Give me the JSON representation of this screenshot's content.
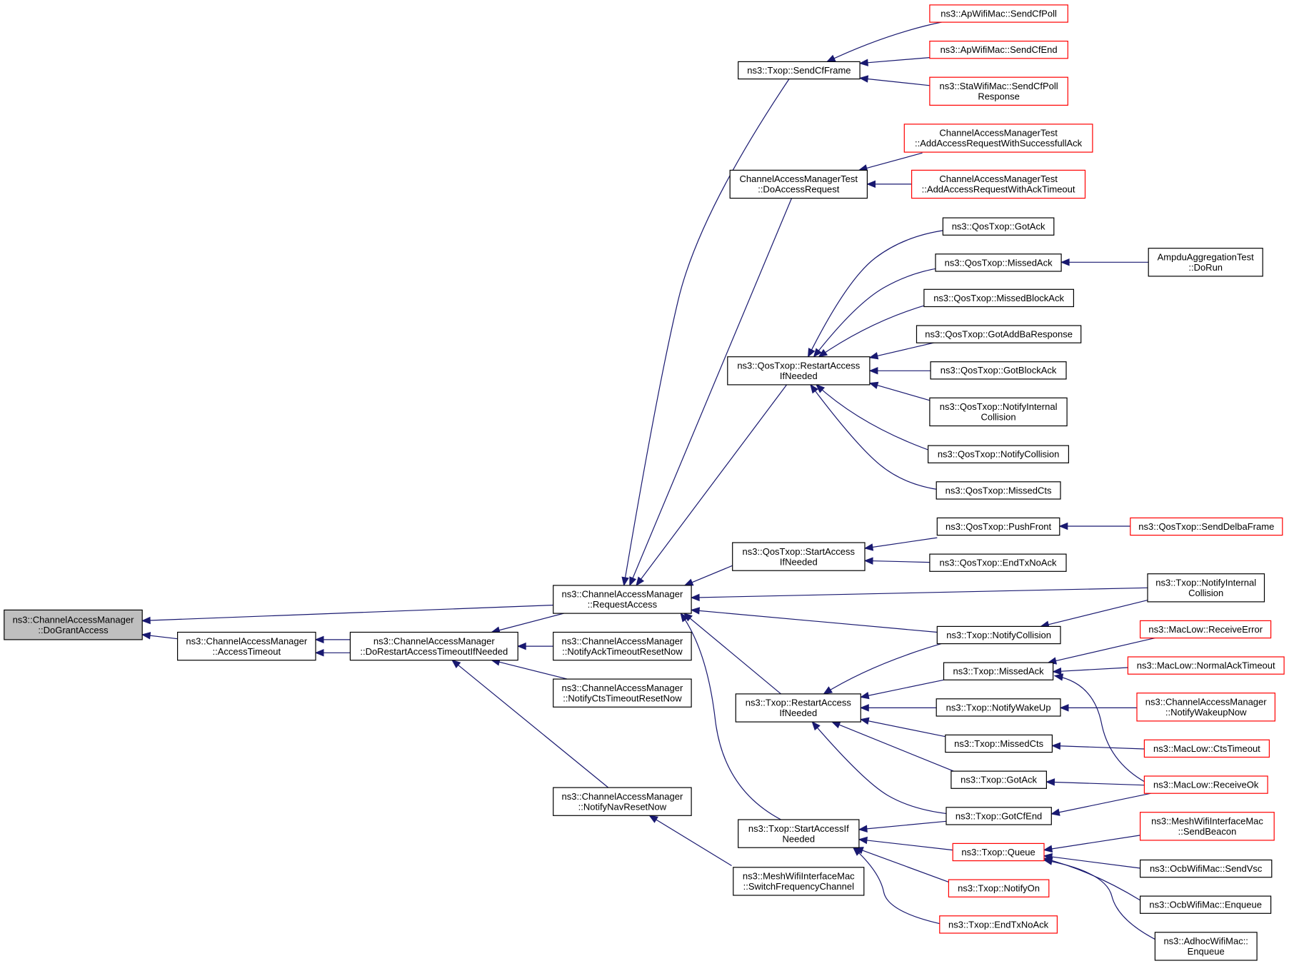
{
  "colors": {
    "edge": "#191970",
    "node_border": "#000000",
    "node_border_truncated": "#ff0000",
    "root_fill": "#bfbfbf",
    "node_fill": "#ffffff"
  },
  "nodes": [
    {
      "id": "root",
      "lines": [
        "ns3::ChannelAccessManager",
        "::DoGrantAccess"
      ],
      "root": true
    },
    {
      "id": "accessTimeout",
      "lines": [
        "ns3::ChannelAccessManager",
        "::AccessTimeout"
      ]
    },
    {
      "id": "doRestart",
      "lines": [
        "ns3::ChannelAccessManager",
        "::DoRestartAccessTimeoutIfNeeded"
      ]
    },
    {
      "id": "requestAccess",
      "lines": [
        "ns3::ChannelAccessManager",
        "::RequestAccess"
      ]
    },
    {
      "id": "notifyAckReset",
      "lines": [
        "ns3::ChannelAccessManager",
        "::NotifyAckTimeoutResetNow"
      ]
    },
    {
      "id": "notifyCtsReset",
      "lines": [
        "ns3::ChannelAccessManager",
        "::NotifyCtsTimeoutResetNow"
      ]
    },
    {
      "id": "notifyNavReset",
      "lines": [
        "ns3::ChannelAccessManager",
        "::NotifyNavResetNow"
      ]
    },
    {
      "id": "sendCfFrame",
      "lines": [
        "ns3::Txop::SendCfFrame"
      ]
    },
    {
      "id": "camtDoAccess",
      "lines": [
        "ChannelAccessManagerTest",
        "::DoAccessRequest"
      ]
    },
    {
      "id": "qosRestart",
      "lines": [
        "ns3::QosTxop::RestartAccess",
        "IfNeeded"
      ]
    },
    {
      "id": "qosStart",
      "lines": [
        "ns3::QosTxop::StartAccess",
        "IfNeeded"
      ]
    },
    {
      "id": "txopRestart",
      "lines": [
        "ns3::Txop::RestartAccess",
        "IfNeeded"
      ]
    },
    {
      "id": "txopStart",
      "lines": [
        "ns3::Txop::StartAccessIf",
        "Needed"
      ]
    },
    {
      "id": "meshSwitch",
      "lines": [
        "ns3::MeshWifiInterfaceMac",
        "::SwitchFrequencyChannel"
      ]
    },
    {
      "id": "apSendCfPoll",
      "lines": [
        "ns3::ApWifiMac::SendCfPoll"
      ],
      "truncated": true
    },
    {
      "id": "apSendCfEnd",
      "lines": [
        "ns3::ApWifiMac::SendCfEnd"
      ],
      "truncated": true
    },
    {
      "id": "staSendCfPoll",
      "lines": [
        "ns3::StaWifiMac::SendCfPoll",
        "Response"
      ],
      "truncated": true
    },
    {
      "id": "camtAddSucc",
      "lines": [
        "ChannelAccessManagerTest",
        "::AddAccessRequestWithSuccessfullAck"
      ],
      "truncated": true
    },
    {
      "id": "camtAddAckTo",
      "lines": [
        "ChannelAccessManagerTest",
        "::AddAccessRequestWithAckTimeout"
      ],
      "truncated": true
    },
    {
      "id": "qosGotAck",
      "lines": [
        "ns3::QosTxop::GotAck"
      ]
    },
    {
      "id": "qosMissedAck",
      "lines": [
        "ns3::QosTxop::MissedAck"
      ]
    },
    {
      "id": "ampdu",
      "lines": [
        "AmpduAggregationTest",
        "::DoRun"
      ]
    },
    {
      "id": "qosMissedBlockAck",
      "lines": [
        "ns3::QosTxop::MissedBlockAck"
      ]
    },
    {
      "id": "qosGotAddBa",
      "lines": [
        "ns3::QosTxop::GotAddBaResponse"
      ]
    },
    {
      "id": "qosGotBlockAck",
      "lines": [
        "ns3::QosTxop::GotBlockAck"
      ]
    },
    {
      "id": "qosNotifyInternal",
      "lines": [
        "ns3::QosTxop::NotifyInternal",
        "Collision"
      ]
    },
    {
      "id": "qosNotifyCollision",
      "lines": [
        "ns3::QosTxop::NotifyCollision"
      ]
    },
    {
      "id": "qosMissedCts",
      "lines": [
        "ns3::QosTxop::MissedCts"
      ]
    },
    {
      "id": "qosPushFront",
      "lines": [
        "ns3::QosTxop::PushFront"
      ]
    },
    {
      "id": "qosSendDelba",
      "lines": [
        "ns3::QosTxop::SendDelbaFrame"
      ],
      "truncated": true
    },
    {
      "id": "qosEndTxNoAck",
      "lines": [
        "ns3::QosTxop::EndTxNoAck"
      ]
    },
    {
      "id": "txopNotifyInternal",
      "lines": [
        "ns3::Txop::NotifyInternal",
        "Collision"
      ]
    },
    {
      "id": "txopNotifyCollision",
      "lines": [
        "ns3::Txop::NotifyCollision"
      ]
    },
    {
      "id": "txopMissedAck",
      "lines": [
        "ns3::Txop::MissedAck"
      ]
    },
    {
      "id": "txopNotifyWakeUp",
      "lines": [
        "ns3::Txop::NotifyWakeUp"
      ]
    },
    {
      "id": "txopMissedCts",
      "lines": [
        "ns3::Txop::MissedCts"
      ]
    },
    {
      "id": "txopGotAck",
      "lines": [
        "ns3::Txop::GotAck"
      ]
    },
    {
      "id": "txopGotCfEnd",
      "lines": [
        "ns3::Txop::GotCfEnd"
      ]
    },
    {
      "id": "txopQueue",
      "lines": [
        "ns3::Txop::Queue"
      ],
      "truncated": true
    },
    {
      "id": "txopNotifyOn",
      "lines": [
        "ns3::Txop::NotifyOn"
      ],
      "truncated": true
    },
    {
      "id": "txopEndTxNoAck",
      "lines": [
        "ns3::Txop::EndTxNoAck"
      ],
      "truncated": true
    },
    {
      "id": "macReceiveError",
      "lines": [
        "ns3::MacLow::ReceiveError"
      ],
      "truncated": true
    },
    {
      "id": "macNormalAckTo",
      "lines": [
        "ns3::MacLow::NormalAckTimeout"
      ],
      "truncated": true
    },
    {
      "id": "camNotifyWakeup",
      "lines": [
        "ns3::ChannelAccessManager",
        "::NotifyWakeupNow"
      ],
      "truncated": true
    },
    {
      "id": "macCtsTimeout",
      "lines": [
        "ns3::MacLow::CtsTimeout"
      ],
      "truncated": true
    },
    {
      "id": "macReceiveOk",
      "lines": [
        "ns3::MacLow::ReceiveOk"
      ],
      "truncated": true
    },
    {
      "id": "meshSendBeacon",
      "lines": [
        "ns3::MeshWifiInterfaceMac",
        "::SendBeacon"
      ],
      "truncated": true
    },
    {
      "id": "ocbSendVsc",
      "lines": [
        "ns3::OcbWifiMac::SendVsc"
      ]
    },
    {
      "id": "ocbEnqueue",
      "lines": [
        "ns3::OcbWifiMac::Enqueue"
      ]
    },
    {
      "id": "adhocEnqueue",
      "lines": [
        "ns3::AdhocWifiMac::",
        "Enqueue"
      ]
    }
  ]
}
